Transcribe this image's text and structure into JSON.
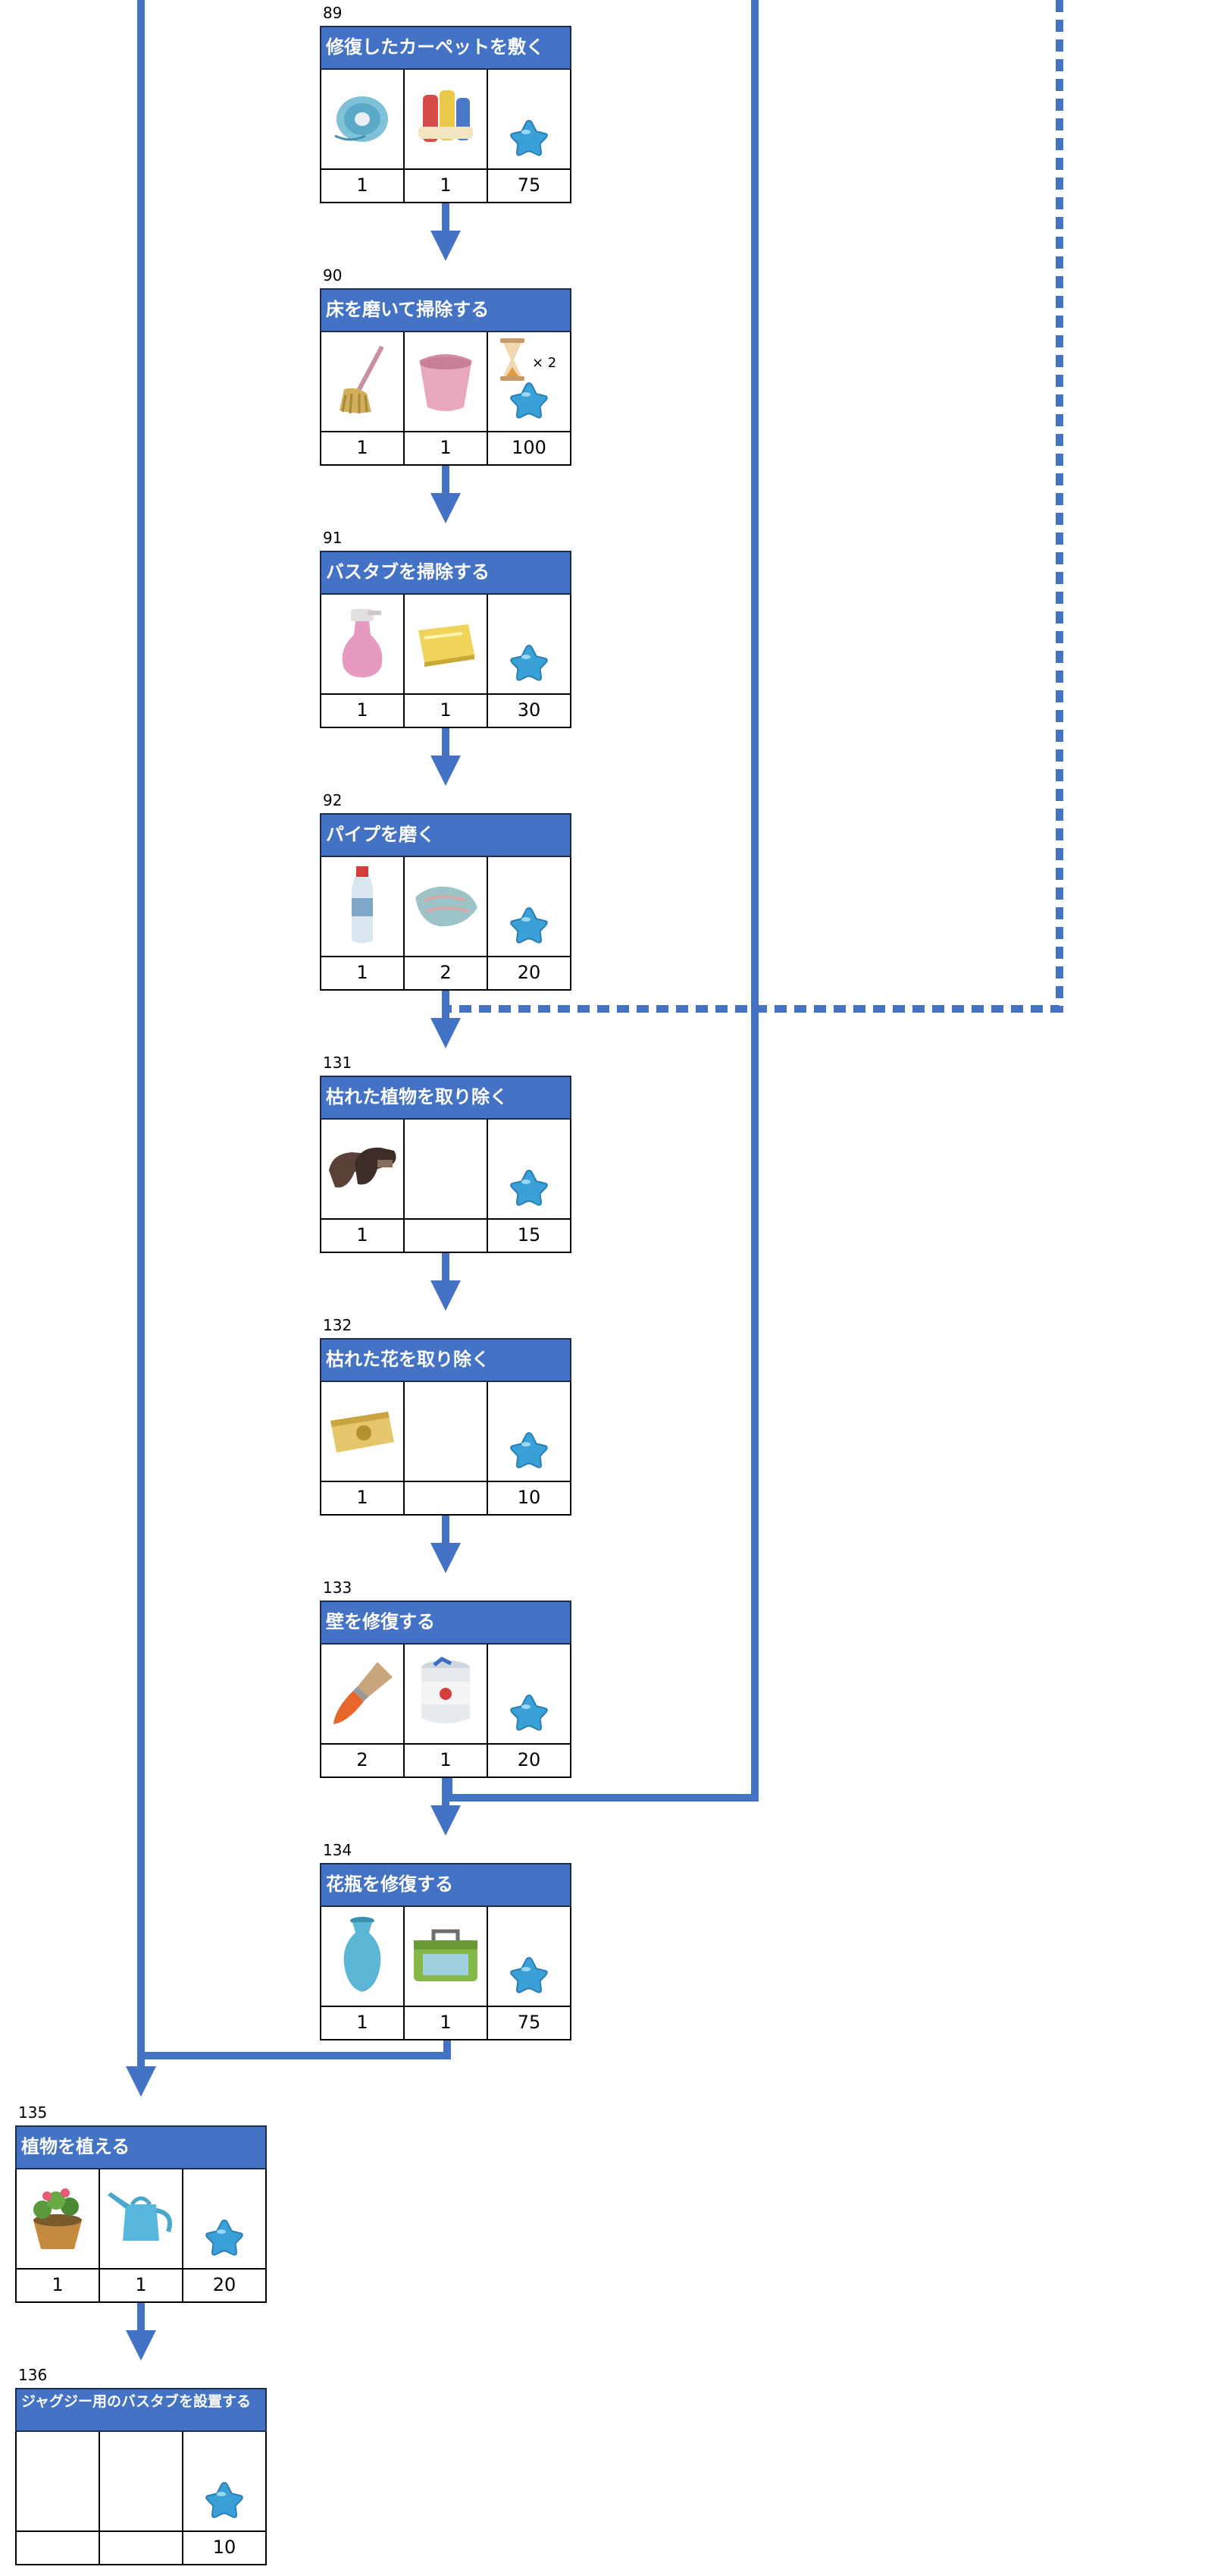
{
  "colors": {
    "accent": "#4472c4",
    "connector": "#4472c4",
    "star": "#3aa0d8"
  },
  "tasks": [
    {
      "id": "89",
      "title": "修復したカーペットを敷く",
      "items": [
        {
          "icon": "thread-spool-icon",
          "qty": "1"
        },
        {
          "icon": "fabric-rolls-icon",
          "qty": "1"
        }
      ],
      "reward": {
        "stars": "75"
      }
    },
    {
      "id": "90",
      "title": "床を磨いて掃除する",
      "items": [
        {
          "icon": "mop-icon",
          "qty": "1"
        },
        {
          "icon": "bucket-icon",
          "qty": "1"
        }
      ],
      "reward": {
        "stars": "100",
        "timer": "hourglass-icon",
        "multiplier": "× 2"
      }
    },
    {
      "id": "91",
      "title": "バスタブを掃除する",
      "items": [
        {
          "icon": "spray-bottle-icon",
          "qty": "1"
        },
        {
          "icon": "sponge-icon",
          "qty": "1"
        }
      ],
      "reward": {
        "stars": "30"
      }
    },
    {
      "id": "92",
      "title": "パイプを磨く",
      "items": [
        {
          "icon": "cleaner-bottle-icon",
          "qty": "1"
        },
        {
          "icon": "cloth-icon",
          "qty": "2"
        }
      ],
      "reward": {
        "stars": "20"
      }
    },
    {
      "id": "131",
      "title": "枯れた植物を取り除く",
      "items": [
        {
          "icon": "gloves-icon",
          "qty": "1"
        },
        {
          "icon": "",
          "qty": ""
        }
      ],
      "reward": {
        "stars": "15"
      }
    },
    {
      "id": "132",
      "title": "枯れた花を取り除く",
      "items": [
        {
          "icon": "seed-bag-icon",
          "qty": "1"
        },
        {
          "icon": "",
          "qty": ""
        }
      ],
      "reward": {
        "stars": "10"
      }
    },
    {
      "id": "133",
      "title": "壁を修復する",
      "items": [
        {
          "icon": "paintbrush-icon",
          "qty": "2"
        },
        {
          "icon": "paint-can-icon",
          "qty": "1"
        }
      ],
      "reward": {
        "stars": "20"
      }
    },
    {
      "id": "134",
      "title": "花瓶を修復する",
      "items": [
        {
          "icon": "vase-icon",
          "qty": "1"
        },
        {
          "icon": "toolbox-icon",
          "qty": "1"
        }
      ],
      "reward": {
        "stars": "75"
      }
    },
    {
      "id": "135",
      "title": "植物を植える",
      "items": [
        {
          "icon": "flower-pot-icon",
          "qty": "1"
        },
        {
          "icon": "watering-can-icon",
          "qty": "1"
        }
      ],
      "reward": {
        "stars": "20"
      }
    },
    {
      "id": "136",
      "title": "ジャグジー用のバスタブを設置する",
      "items": [
        {
          "icon": "",
          "qty": ""
        },
        {
          "icon": "",
          "qty": ""
        }
      ],
      "reward": {
        "stars": "10"
      }
    }
  ]
}
